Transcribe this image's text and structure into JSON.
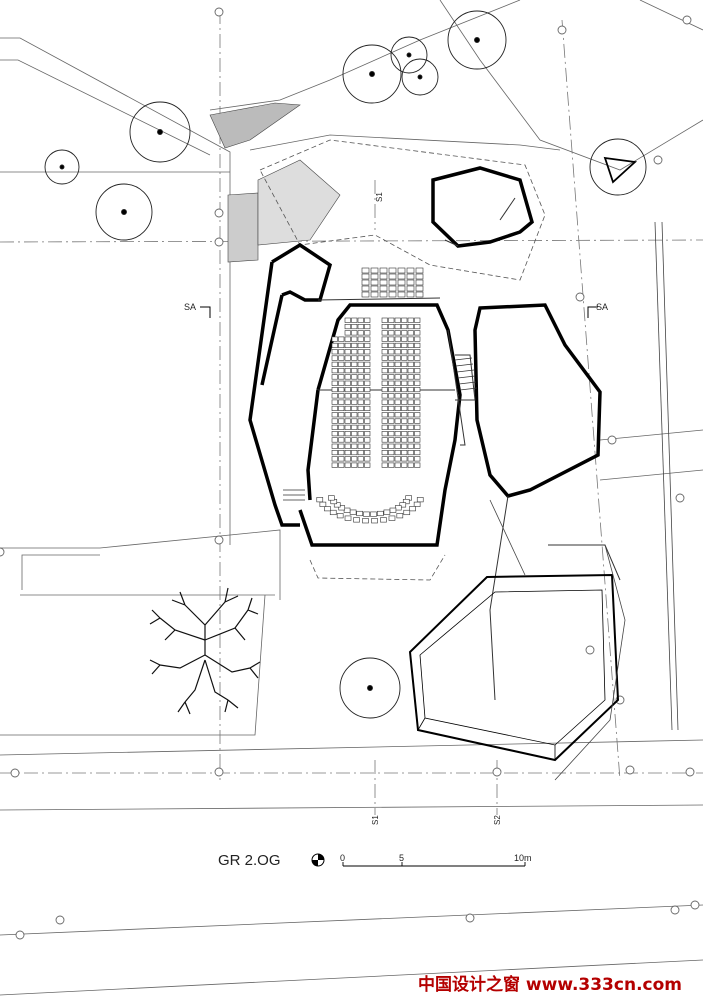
{
  "drawing": {
    "title": "GR 2.OG",
    "section_marks": {
      "left_a": "SA",
      "right_a": "SA",
      "s1_top": "S1",
      "s1_bottom": "S1",
      "s2_bottom": "S2"
    },
    "scale_bar": {
      "zero": "0",
      "mid": "5",
      "end": "10m"
    }
  },
  "watermark": {
    "text": "中国设计之窗 www.333cn.com"
  },
  "icons": {
    "north_arrow": "north-arrow-icon",
    "tree": "tree-icon"
  }
}
